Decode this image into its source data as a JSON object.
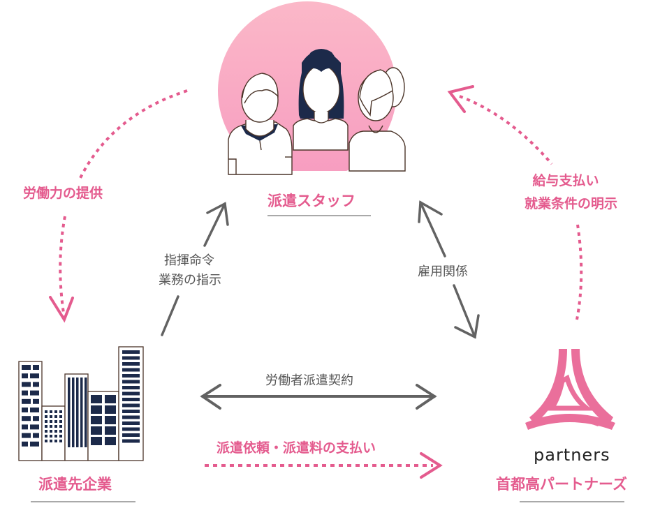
{
  "colors": {
    "accent_pink": "#e45b8e",
    "logo_pink": "#ea6f9b",
    "arrow_gray": "#626262",
    "navy": "#1c2a4a",
    "outline_brown": "#4a3428",
    "circle_top": "#fbb8c8",
    "circle_bottom": "#f7a1c0",
    "underline_gray": "#a9a9a9"
  },
  "nodes": {
    "staff": {
      "title": "派遣スタッフ",
      "icon": "people-group-icon"
    },
    "client": {
      "title": "派遣先企業",
      "icon": "buildings-icon"
    },
    "agency": {
      "title": "首都高パートナーズ",
      "logo_text": "partners",
      "icon": "partners-logo-icon"
    }
  },
  "relations": {
    "labor_provision": {
      "text": "労働力の提供",
      "style": "dashed-pink",
      "direction": "staff-to-client"
    },
    "command": {
      "line1": "指揮命令",
      "line2": "業務の指示",
      "style": "solid-gray",
      "direction": "client-to-staff"
    },
    "employment": {
      "text": "雇用関係",
      "style": "solid-gray",
      "direction": "bidirectional"
    },
    "salary": {
      "line1": "給与支払い",
      "line2": "就業条件の明示",
      "style": "dashed-pink",
      "direction": "agency-to-staff"
    },
    "dispatch_contract": {
      "text": "労働者派遣契約",
      "style": "solid-gray",
      "direction": "bidirectional"
    },
    "dispatch_request": {
      "text": "派遣依頼・派遣料の支払い",
      "style": "dashed-pink",
      "direction": "client-to-agency"
    }
  }
}
